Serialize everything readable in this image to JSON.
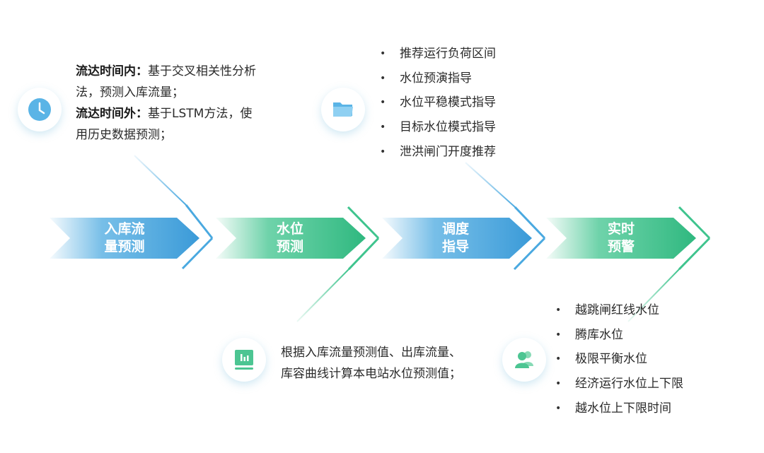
{
  "stages": [
    {
      "line1": "入库流",
      "line2": "量预测"
    },
    {
      "line1": "水位",
      "line2": "预测"
    },
    {
      "line1": "调度",
      "line2": "指导"
    },
    {
      "line1": "实时",
      "line2": "预警"
    }
  ],
  "inflow_note": {
    "label_inside": "流达时间内：",
    "text_inside": "基于交叉相关性分析法，预测入库流量；",
    "label_outside": "流达时间外：",
    "text_outside": "基于LSTM方法，使用历史数据预测；"
  },
  "dispatch_items": [
    "推荐运行负荷区间",
    "水位预演指导",
    "水位平稳模式指导",
    "目标水位模式指导",
    "泄洪闸门开度推荐"
  ],
  "water_level_note": "根据入库流量预测值、出库流量、库容曲线计算本电站水位预测值；",
  "warning_items": [
    "越跳闸红线水位",
    "腾库水位",
    "极限平衡水位",
    "经济运行水位上下限",
    "越水位上下限时间"
  ],
  "colors": {
    "blue": "#4aa9e0",
    "green": "#3fc48e",
    "icon_blue": "#5ab4e6",
    "icon_green": "#4cc592"
  },
  "icons": [
    "clock-icon",
    "folder-icon",
    "monitor-chart-icon",
    "users-icon"
  ]
}
